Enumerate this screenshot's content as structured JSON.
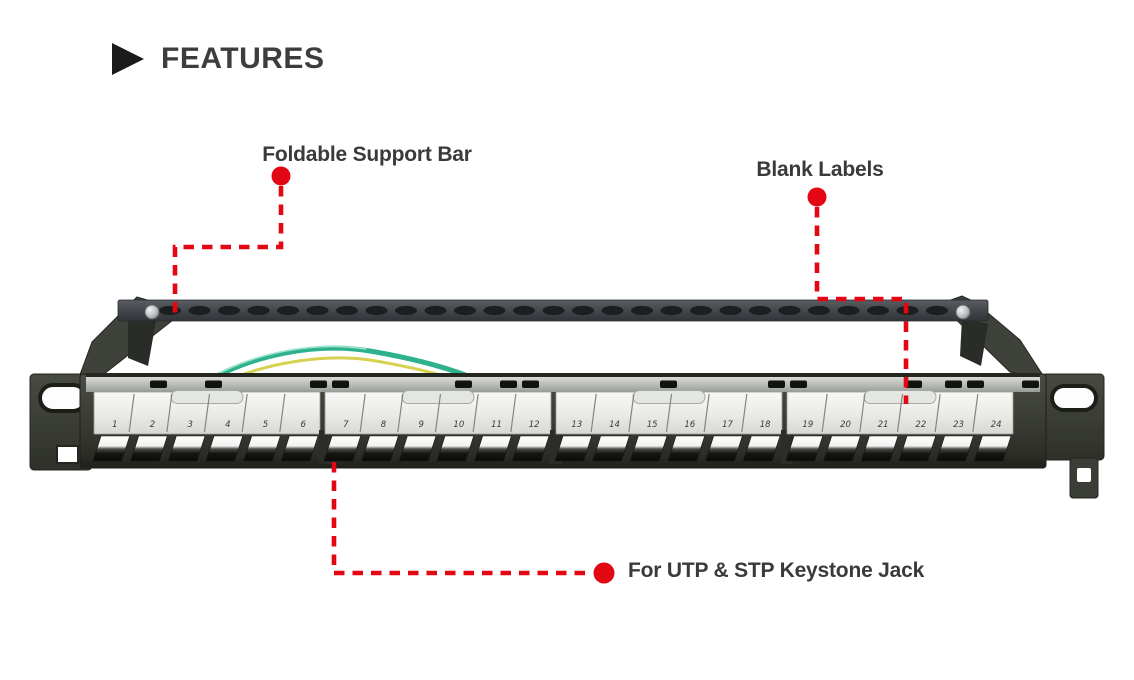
{
  "header": {
    "title": "FEATURES",
    "marker_icon": "play-triangle"
  },
  "callouts": {
    "support_bar": {
      "label": "Foldable Support Bar"
    },
    "blank_labels": {
      "label": "Blank Labels"
    },
    "keystone": {
      "label": "For UTP & STP Keystone Jack"
    }
  },
  "panel": {
    "description": "1U 24-port blank keystone patch panel",
    "groups": 4,
    "ports_per_group": 6,
    "port_numbers": [
      "1",
      "2",
      "3",
      "4",
      "5",
      "6",
      "7",
      "8",
      "9",
      "10",
      "11",
      "12",
      "13",
      "14",
      "15",
      "16",
      "17",
      "18",
      "19",
      "20",
      "21",
      "22",
      "23",
      "24"
    ]
  },
  "colors": {
    "accent_red": "#e30613",
    "heading_text": "#3d3d3d",
    "label_text": "#3a3a3a",
    "panel_body": "#383b33",
    "support_bar": "#4b4e53",
    "label_strip": "#e9ebe6",
    "wire_green": "#2eb28e",
    "wire_yellow": "#d6d24f"
  }
}
